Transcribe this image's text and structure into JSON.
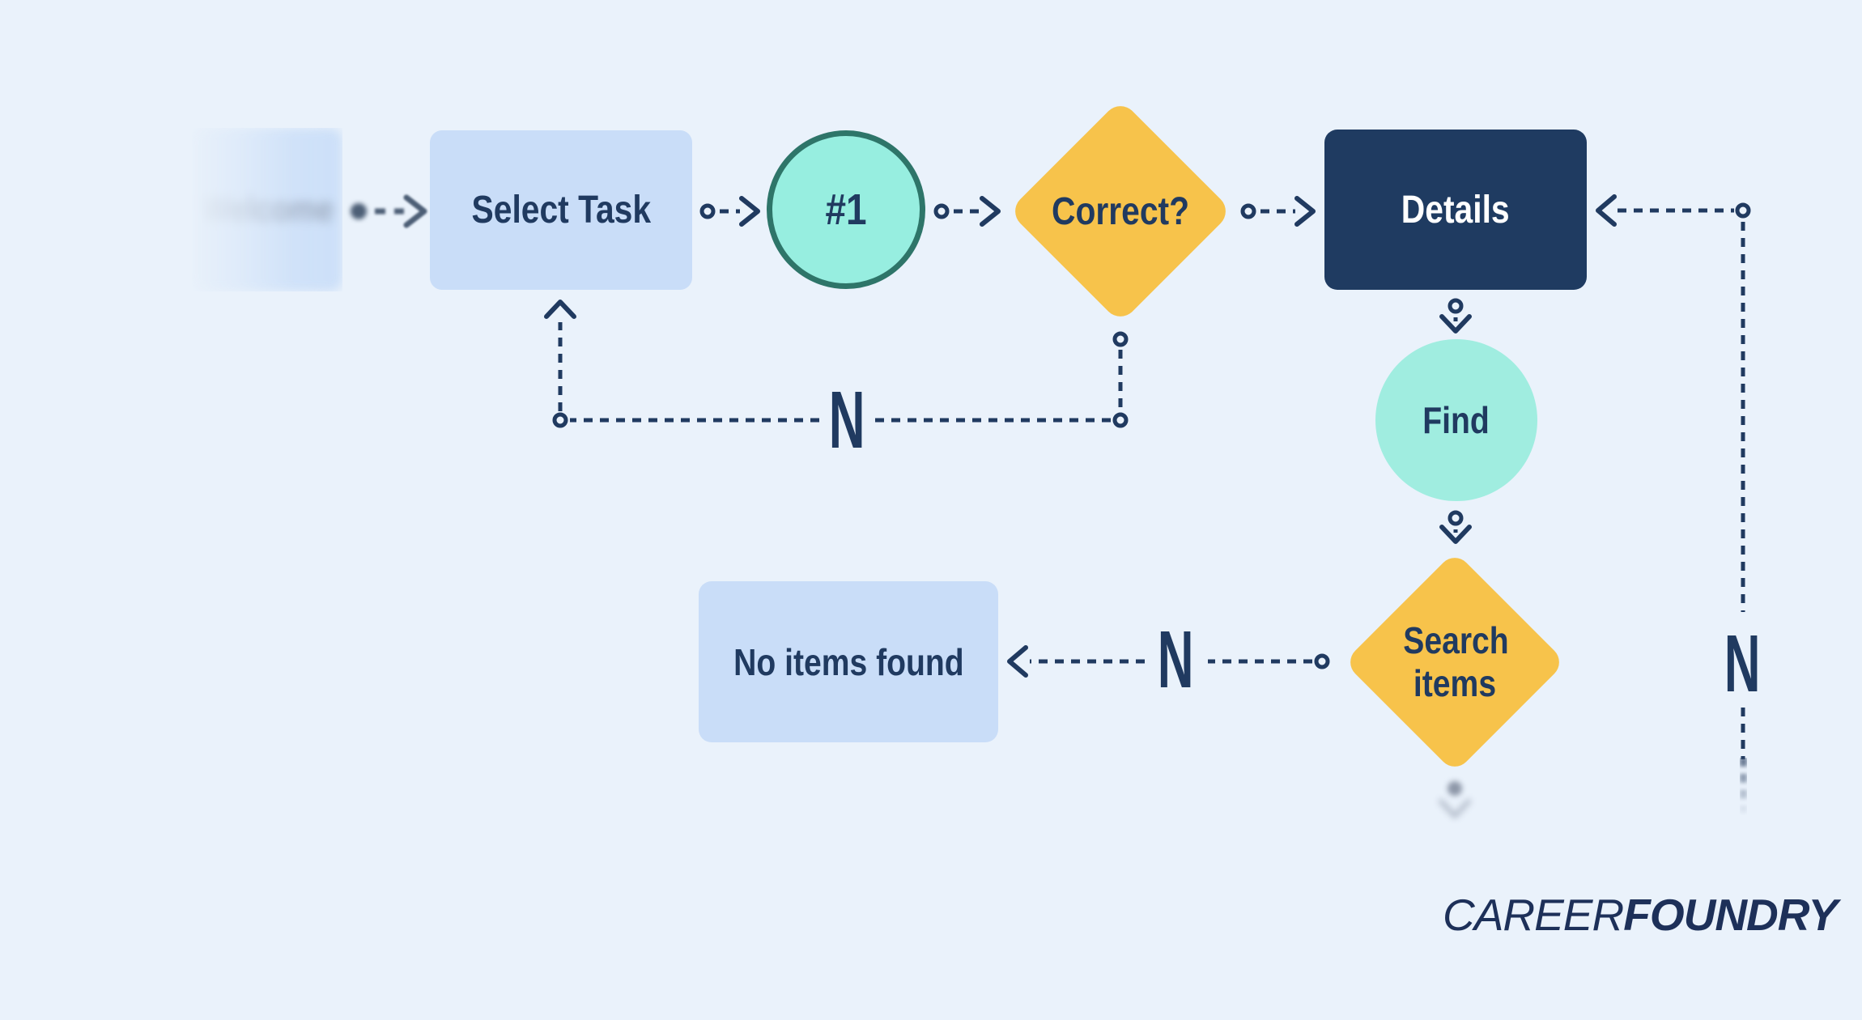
{
  "canvas": {
    "background": "#EAF2FB"
  },
  "palette": {
    "navy": "#203A60",
    "box_light_blue": "#C9DDF8",
    "box_dark_navy": "#1F3B61",
    "decision_yellow": "#F7C34B",
    "start_teal_fill": "#97EEE0",
    "start_teal_border": "#2E7569",
    "find_teal": "#A0EDE0"
  },
  "nodes": {
    "welcome": {
      "label": "Welcome"
    },
    "select_task": {
      "label": "Select Task"
    },
    "step1": {
      "label": "#1"
    },
    "correct": {
      "label": "Correct?"
    },
    "details": {
      "label": "Details"
    },
    "find": {
      "label": "Find"
    },
    "search_items": {
      "label": "Search items"
    },
    "no_items": {
      "label": "No items found"
    }
  },
  "edge_labels": {
    "correct_no": "N",
    "search_no": "N",
    "details_return_no": "N"
  },
  "logo": {
    "part1": "CAREER",
    "part2": "FOUNDRY"
  }
}
